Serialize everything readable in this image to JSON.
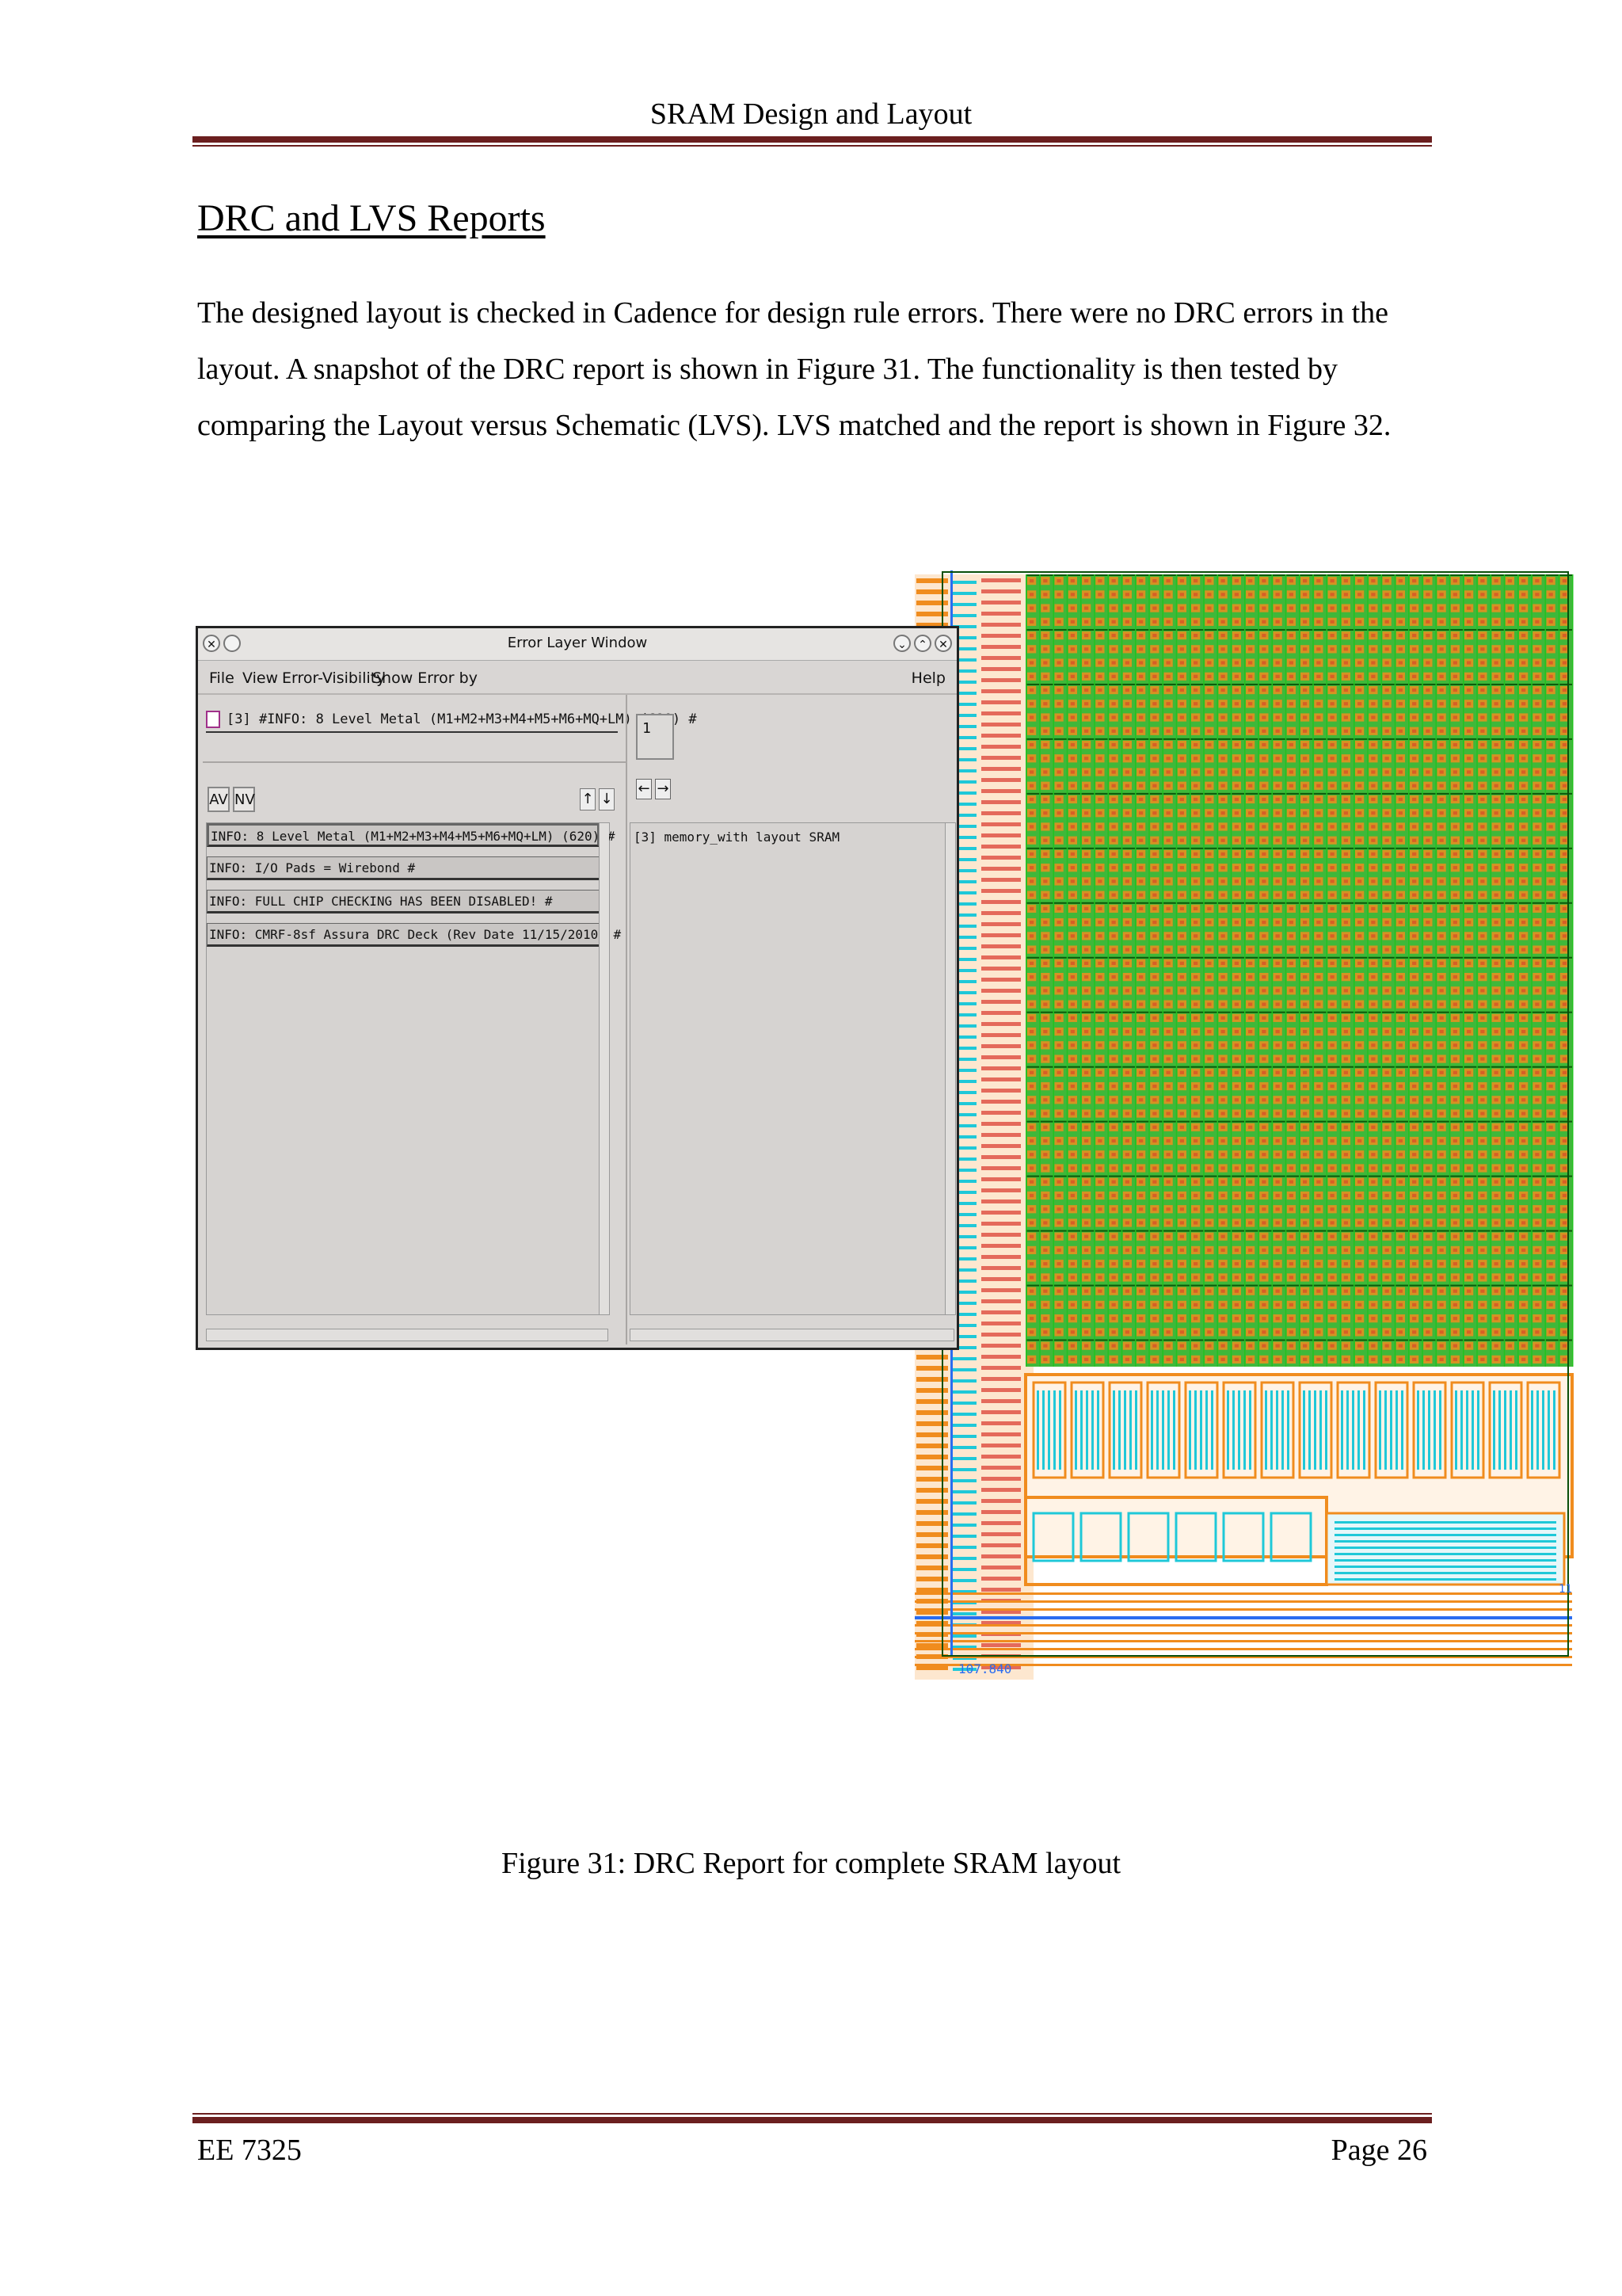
{
  "header": {
    "title": "SRAM Design and Layout"
  },
  "section": {
    "heading": "DRC and LVS Reports"
  },
  "body": {
    "paragraph": "The designed layout is checked in Cadence for design rule errors. There were no DRC errors in the layout. A snapshot of the DRC report is shown in Figure 31. The functionality is then tested by comparing the Layout versus Schematic (LVS). LVS matched and the report is shown in Figure 32."
  },
  "figure": {
    "caption": "Figure 31: DRC Report for complete SRAM layout",
    "window": {
      "title": "Error Layer Window",
      "menu": [
        "File",
        "View",
        "Error-Visibility",
        "Show Error by",
        "Help"
      ],
      "selected_error": "[3] #INFO: 8 Level Metal (M1+M2+M3+M4+M5+M6+MQ+LM) (620) #",
      "buttons": {
        "av": "AV",
        "nv": "NV"
      },
      "errors": [
        "INFO: 8 Level Metal (M1+M2+M3+M4+M5+M6+MQ+LM) (620) #",
        "INFO: I/O Pads = Wirebond #",
        "INFO: FULL CHIP CHECKING HAS BEEN DISABLED! #",
        "INFO: CMRF-8sf Assura DRC Deck (Rev Date 11/15/2010) #"
      ],
      "count_value": "1",
      "right_text": "[3] memory_with layout SRAM"
    },
    "layout_label": "107.840",
    "layout_side_label": "11",
    "colors": {
      "grid_green": "#22c21f",
      "orange": "#f08c1e",
      "cyan": "#1fc8d8",
      "blue": "#2a6cf0",
      "red": "#d8342a"
    }
  },
  "footer": {
    "left": "EE 7325",
    "right": "Page 26"
  }
}
